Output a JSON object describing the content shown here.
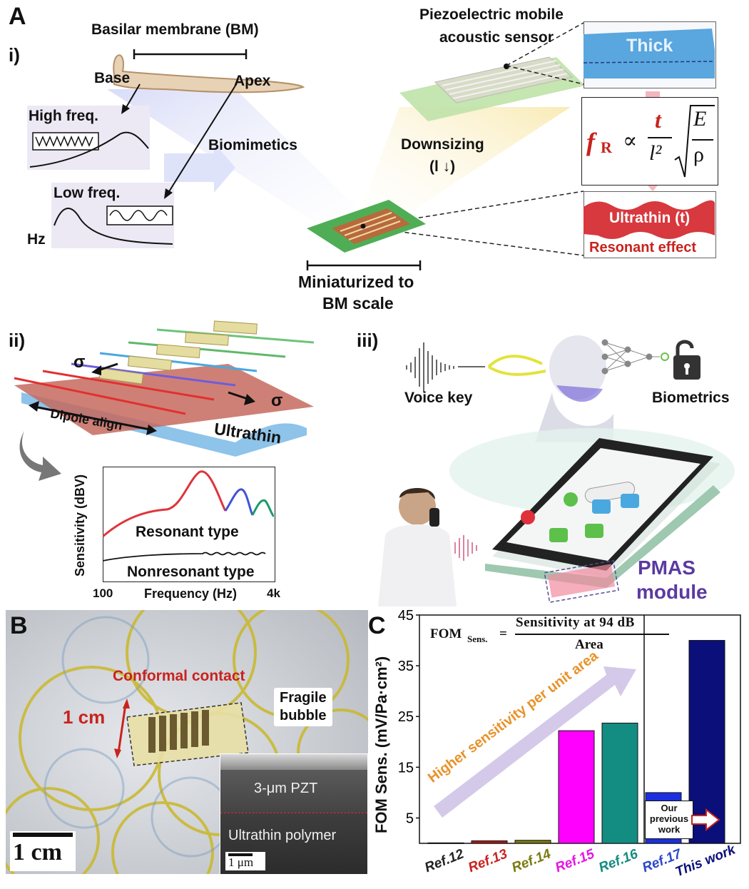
{
  "panelA": {
    "letter": "A",
    "sub_i": "i)",
    "sub_ii": "ii)",
    "sub_iii": "iii)",
    "bm_title": "Basilar membrane (BM)",
    "base": "Base",
    "apex": "Apex",
    "high_freq": "High freq.",
    "low_freq": "Low freq.",
    "hz": "Hz",
    "biomimetics_top": "Biomimetics",
    "pmas_title_1": "Piezoelectric mobile",
    "pmas_title_2": "acoustic sensor",
    "thick": "Thick",
    "downsizing": "Downsizing",
    "downsizing_sym": "(l ↓)",
    "formula_f": "f",
    "formula_sub": "R",
    "formula_prop": "∝",
    "formula_t": "t",
    "formula_l2": "l²",
    "formula_E": "E",
    "formula_rho": "ρ",
    "ultrathin_t": "Ultrathin (t)",
    "resonant_effect": "Resonant effect",
    "miniaturized_1": "Miniaturized to",
    "miniaturized_2": "BM scale",
    "sigma": "σ",
    "dipole_align": "Dipole align",
    "ultrathin": "Ultrathin",
    "voice_key": "Voice key",
    "biometrics": "Biometrics",
    "pmas_module_1": "PMAS",
    "pmas_module_2": "module",
    "graph": {
      "ylabel": "Sensitivity (dBV)",
      "xlabel": "Frequency (Hz)",
      "x_min": "100",
      "x_max": "4k",
      "resonant": "Resonant type",
      "nonresonant": "Nonresonant type"
    }
  },
  "panelB": {
    "letter": "B",
    "conformal": "Conformal contact",
    "fragile_1": "Fragile",
    "fragile_2": "bubble",
    "one_cm_red": "1 cm",
    "scale": "1 cm",
    "pzt": "3-μm PZT",
    "polymer": "Ultrathin polymer",
    "scale_um": "1 μm"
  },
  "panelC": {
    "letter": "C",
    "formula_lhs": "FOM",
    "formula_lhs_sub": "Sens.",
    "formula_num": "Sensitivity at 94 dB",
    "formula_den": "Area",
    "arrow_text": "Higher sensitivity per unit area",
    "our_previous": "Our previous work",
    "accent_colors": {
      "red": "#c8231e",
      "blue": "#2c47c9",
      "navy": "#0a0f7a"
    }
  },
  "chart_data": {
    "type": "bar",
    "ylabel": "FOM Sens. (mV/Pa·cm²)",
    "ylim": [
      0,
      45
    ],
    "yticks": [
      5,
      15,
      25,
      35,
      45
    ],
    "categories": [
      "Ref.12",
      "Ref.13",
      "Ref.14",
      "Ref.15",
      "Ref.16",
      "Ref.17",
      "This work"
    ],
    "values": [
      0.1,
      0.5,
      0.6,
      22.2,
      23.7,
      10,
      40
    ],
    "colors": [
      "#d24a2a",
      "#b01a1a",
      "#7a7a10",
      "#ff00ff",
      "#138c82",
      "#1b2fe0",
      "#0a0f7a"
    ],
    "label_colors": [
      "#222222",
      "#c8231e",
      "#7a7a10",
      "#e614e6",
      "#138c82",
      "#2c47c9",
      "#0a0f7a"
    ]
  }
}
